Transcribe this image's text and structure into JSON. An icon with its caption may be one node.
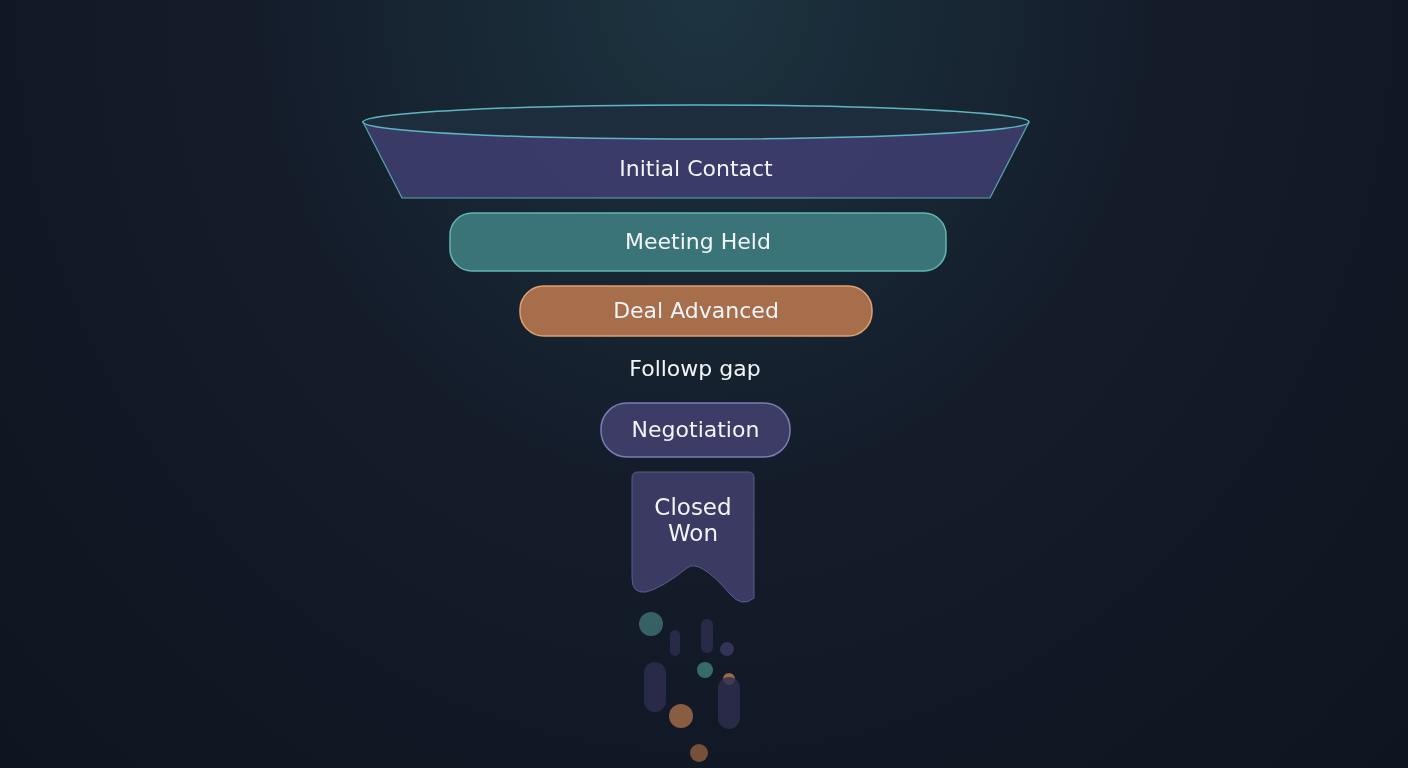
{
  "diagram": {
    "nodes": [
      {
        "text": [
          "Initial Contact"
        ]
      },
      {
        "text": [
          "Meeting Held"
        ]
      },
      {
        "text": [
          "Deal Advanced"
        ]
      },
      {
        "text": [
          "Negotiation"
        ]
      },
      {
        "text": [
          "Closed Won"
        ]
      }
    ],
    "labels": [
      "Followp gap"
    ]
  }
}
